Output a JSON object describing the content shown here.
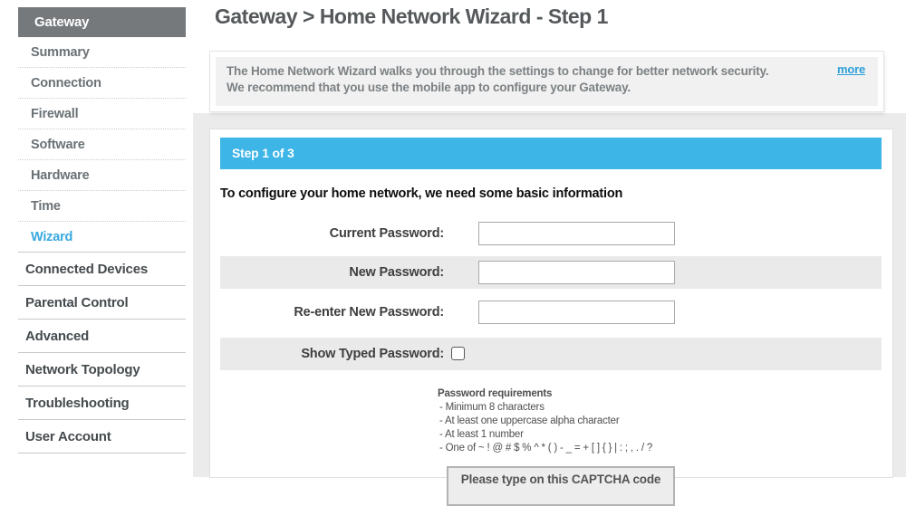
{
  "colors": {
    "accent_blue": "#3db5e6",
    "link_blue": "#2d9fd8",
    "active_item_blue": "#39a9de",
    "sidebar_header_bg": "#75797c",
    "shaded_row": "#eaeaea",
    "page_gray": "#ebebeb"
  },
  "sidebar": {
    "header": "Gateway",
    "sub_items": [
      {
        "label": "Summary"
      },
      {
        "label": "Connection"
      },
      {
        "label": "Firewall"
      },
      {
        "label": "Software"
      },
      {
        "label": "Hardware"
      },
      {
        "label": "Time"
      },
      {
        "label": "Wizard",
        "active": true
      }
    ],
    "main_items": [
      {
        "label": "Connected Devices"
      },
      {
        "label": "Parental Control"
      },
      {
        "label": "Advanced"
      },
      {
        "label": "Network Topology"
      },
      {
        "label": "Troubleshooting"
      },
      {
        "label": "User Account"
      }
    ]
  },
  "header": {
    "title": "Gateway > Home Network Wizard - Step 1"
  },
  "info_box": {
    "line1": "The Home Network Wizard walks you through the settings to change for better network security.",
    "line2": "We recommend that you use the mobile app to configure your Gateway.",
    "more_label": "more"
  },
  "wizard": {
    "step_header": "Step 1 of 3",
    "intro": "To configure your home network, we need some basic information",
    "fields": [
      {
        "label": "Current Password:",
        "value": ""
      },
      {
        "label": "New Password:",
        "value": ""
      },
      {
        "label": "Re-enter New Password:",
        "value": ""
      },
      {
        "label": "Show Typed Password:",
        "checked": false
      }
    ],
    "password_requirements": {
      "title": "Password requirements",
      "items": [
        "- Minimum 8 characters",
        "- At least one uppercase alpha character",
        "- At least 1 number",
        "- One of ~ ! @ # $ % ^ * ( ) - _ = + [ ] { } | : ; , . / ?"
      ]
    },
    "captcha": {
      "prompt": "Please type on this CAPTCHA code"
    }
  }
}
